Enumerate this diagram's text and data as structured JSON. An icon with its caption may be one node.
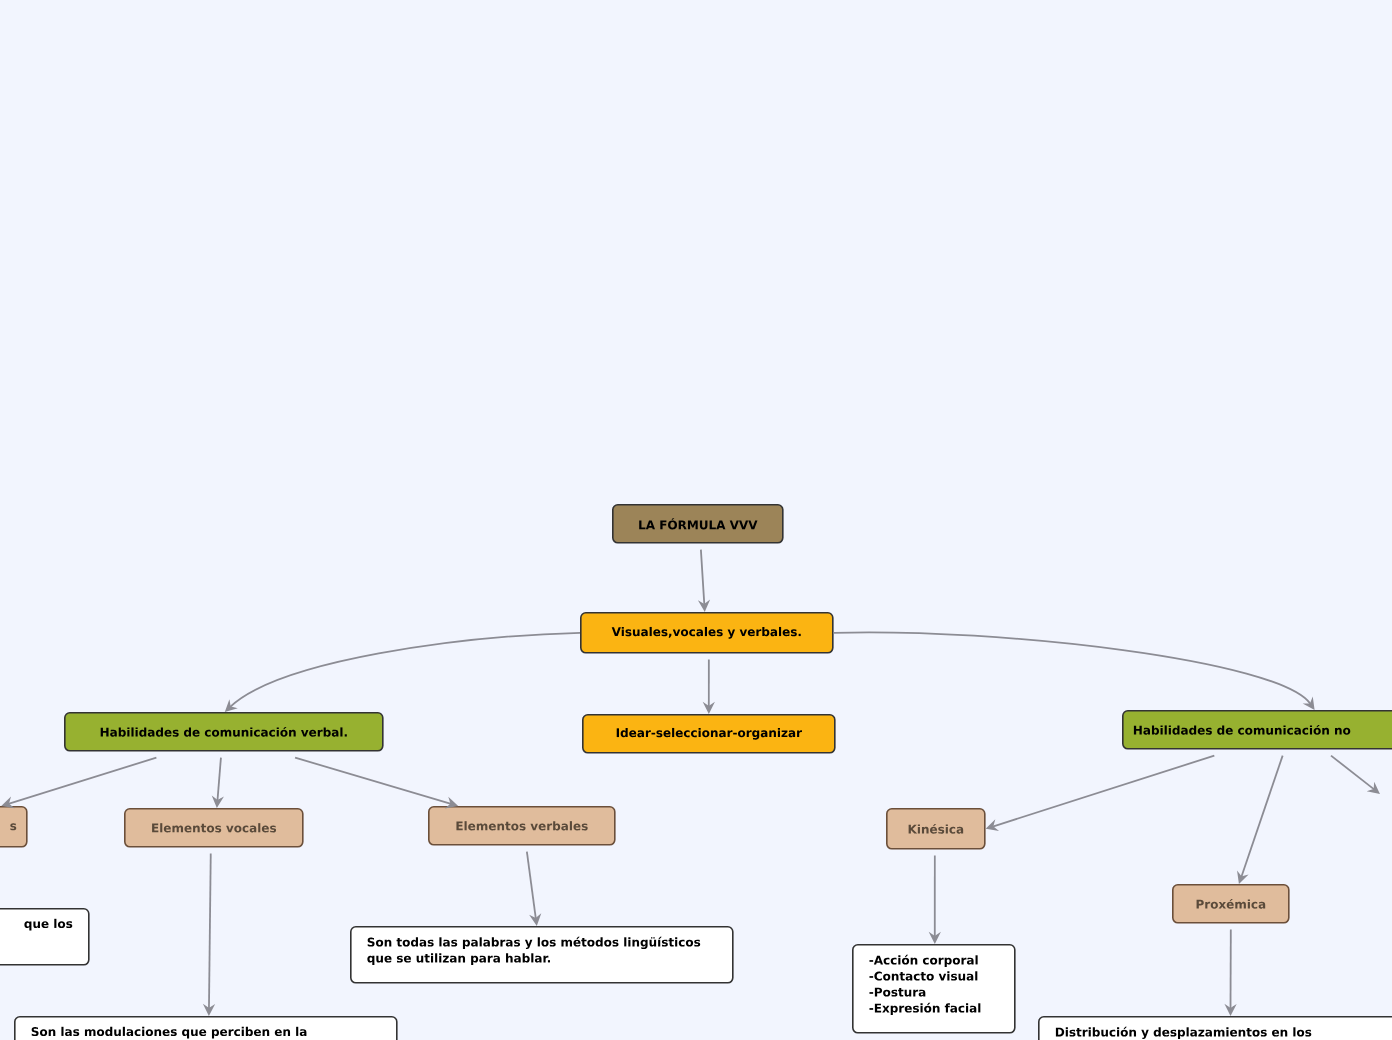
{
  "diagram": {
    "nodes": [
      {
        "text": [
          "LA FÓRMULA VVV"
        ]
      },
      {
        "text": [
          "Visuales,vocales y verbales."
        ]
      },
      {
        "text": [
          "Idear-seleccionar-organizar"
        ]
      },
      {
        "text": [
          "Habilidades de comunicación verbal."
        ]
      },
      {
        "text": [
          "Habilidades de comunicación no"
        ]
      },
      {
        "text": [
          "s"
        ]
      },
      {
        "text": [
          "Elementos vocales"
        ]
      },
      {
        "text": [
          "Elementos verbales"
        ]
      },
      {
        "text": [
          "que los"
        ]
      },
      {
        "text": [
          "Son las modulaciones que perciben en la"
        ]
      },
      {
        "text": [
          "Son todas las palabras y los métodos lingüísticos que se utilizan para hablar."
        ]
      },
      {
        "text": [
          "Kinésica"
        ]
      },
      {
        "text": [
          "Proxémica"
        ]
      },
      {
        "text": [
          "-Acción corporal -Contacto visual -Postura -Expresión facial"
        ]
      },
      {
        "text": [
          "Distribución y desplazamientos en los"
        ]
      }
    ],
    "edges": [
      {
        "from": 0,
        "to": 1,
        "arrow": "to"
      },
      {
        "from": 1,
        "to": 2,
        "arrow": "to"
      },
      {
        "from": 1,
        "to": 3,
        "arrow": "to"
      },
      {
        "from": 1,
        "to": 4,
        "arrow": "to"
      },
      {
        "from": 3,
        "to": 5,
        "arrow": "to"
      },
      {
        "from": 3,
        "to": 6,
        "arrow": "to"
      },
      {
        "from": 3,
        "to": 7,
        "arrow": "to"
      },
      {
        "from": 6,
        "to": 9,
        "arrow": "to"
      },
      {
        "from": 7,
        "to": 10,
        "arrow": "to"
      },
      {
        "from": 4,
        "to": 11,
        "arrow": "to"
      },
      {
        "from": 4,
        "to": 12,
        "arrow": "to"
      },
      {
        "from": 4,
        "to": null,
        "arrow": "to"
      },
      {
        "from": 11,
        "to": 13,
        "arrow": "to"
      },
      {
        "from": 12,
        "to": 14,
        "arrow": "to"
      }
    ]
  }
}
